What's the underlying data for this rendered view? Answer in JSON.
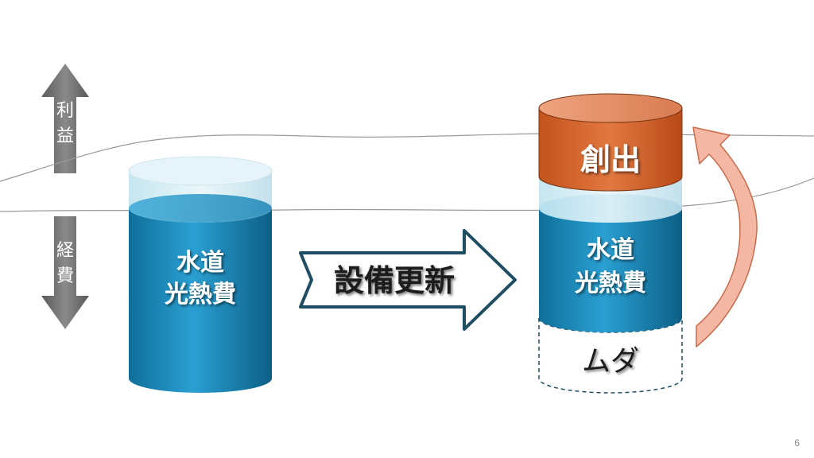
{
  "axis": {
    "profit_label": "利益",
    "expense_label": "経費"
  },
  "before": {
    "cylinder_label_line1": "水道",
    "cylinder_label_line2": "光熱費"
  },
  "process_arrow": {
    "label": "設備更新"
  },
  "after": {
    "created_label": "創出",
    "cylinder_label_line1": "水道",
    "cylinder_label_line2": "光熱費",
    "waste_label": "ムダ"
  },
  "page_number": "6",
  "colors": {
    "water_blue": "#1a86b8",
    "created_orange": "#d9652e",
    "arrow_gray": "#6e6e6e",
    "process_arrow_stroke": "#1f4e63",
    "return_arrow": "#f4b7a4"
  }
}
